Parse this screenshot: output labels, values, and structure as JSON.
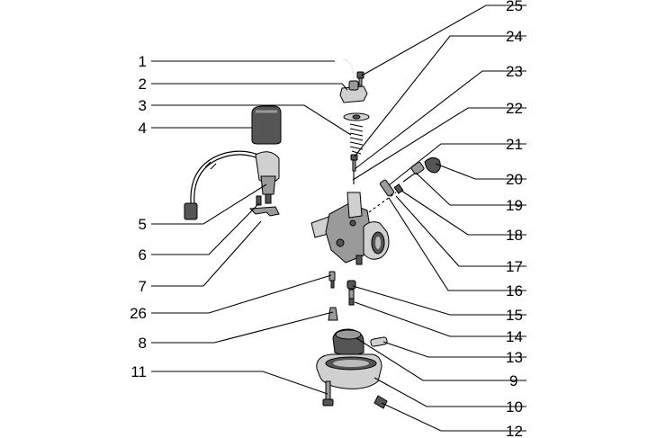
{
  "callouts": {
    "left": [
      "1",
      "2",
      "3",
      "4",
      "5",
      "6",
      "7",
      "26",
      "8",
      "11"
    ],
    "right": [
      "25",
      "24",
      "23",
      "22",
      "21",
      "20",
      "19",
      "18",
      "17",
      "16",
      "15",
      "14",
      "13",
      "9",
      "10",
      "12"
    ]
  }
}
